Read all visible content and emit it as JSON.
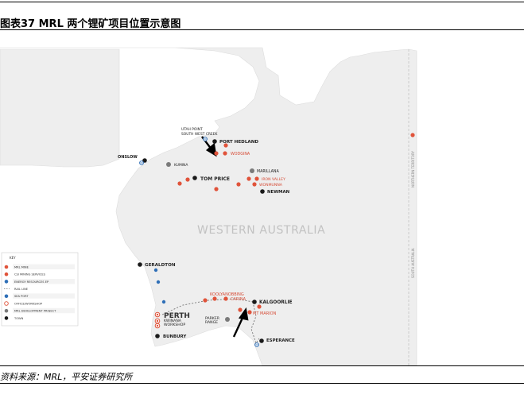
{
  "caption": "图表37  MRL 两个锂矿项目位置示意图",
  "source": "资料来源：MRL，平安证券研究所",
  "map": {
    "region_label": "WESTERN AUSTRALIA",
    "border_label_north": "NORTHERN TERRITORY",
    "border_label_south": "SOUTH AUSTRALIA",
    "colors": {
      "land": "#eeeeee",
      "sea": "#ffffff",
      "mine": "#e0533a",
      "town": "#1a1a1a",
      "dev_project": "#7a7a7a",
      "port": "#2f6fb7",
      "label_red": "#d64b35",
      "label_dark": "#222222"
    },
    "places": [
      {
        "name": "UTAH POINT",
        "type": "label"
      },
      {
        "name": "SOUTH WEST CREEK",
        "type": "label"
      },
      {
        "name": "PORT HEDLAND",
        "type": "town"
      },
      {
        "name": "WODGINA",
        "type": "mine"
      },
      {
        "name": "ONSLOW",
        "type": "town"
      },
      {
        "name": "KUMINA",
        "type": "dev"
      },
      {
        "name": "MARILLANA",
        "type": "dev"
      },
      {
        "name": "TOM PRICE",
        "type": "town"
      },
      {
        "name": "IRON VALLEY",
        "type": "mine"
      },
      {
        "name": "WONMUNNA",
        "type": "mine"
      },
      {
        "name": "NEWMAN",
        "type": "town"
      },
      {
        "name": "GERALDTON",
        "type": "town"
      },
      {
        "name": "KOOLYANOBBING",
        "type": "mine"
      },
      {
        "name": "CARINA",
        "type": "mine"
      },
      {
        "name": "KALGOORLIE",
        "type": "town"
      },
      {
        "name": "PERTH",
        "type": "office"
      },
      {
        "name": "KWINANA",
        "type": "office"
      },
      {
        "name": "WORKSHOP",
        "type": "office"
      },
      {
        "name": "PARKER RANGE",
        "type": "dev"
      },
      {
        "name": "MT MARION",
        "type": "mine"
      },
      {
        "name": "BUNBURY",
        "type": "town"
      },
      {
        "name": "ESPERANCE",
        "type": "town"
      }
    ],
    "legend": {
      "title": "KEY",
      "items": [
        {
          "label": "MRL MINE",
          "symbol": "mine"
        },
        {
          "label": "CSI MINING SERVICES",
          "symbol": "mine"
        },
        {
          "label": "ENERGY RESOURCES EP",
          "symbol": "port"
        },
        {
          "label": "RAIL LINE",
          "symbol": "rail"
        },
        {
          "label": "SEA PORT",
          "symbol": "port"
        },
        {
          "label": "OFFICE/WORKSHOP",
          "symbol": "office"
        },
        {
          "label": "MRL DEVELOPMENT PROJECT",
          "symbol": "dev"
        },
        {
          "label": "TOWN",
          "symbol": "town"
        }
      ]
    }
  }
}
